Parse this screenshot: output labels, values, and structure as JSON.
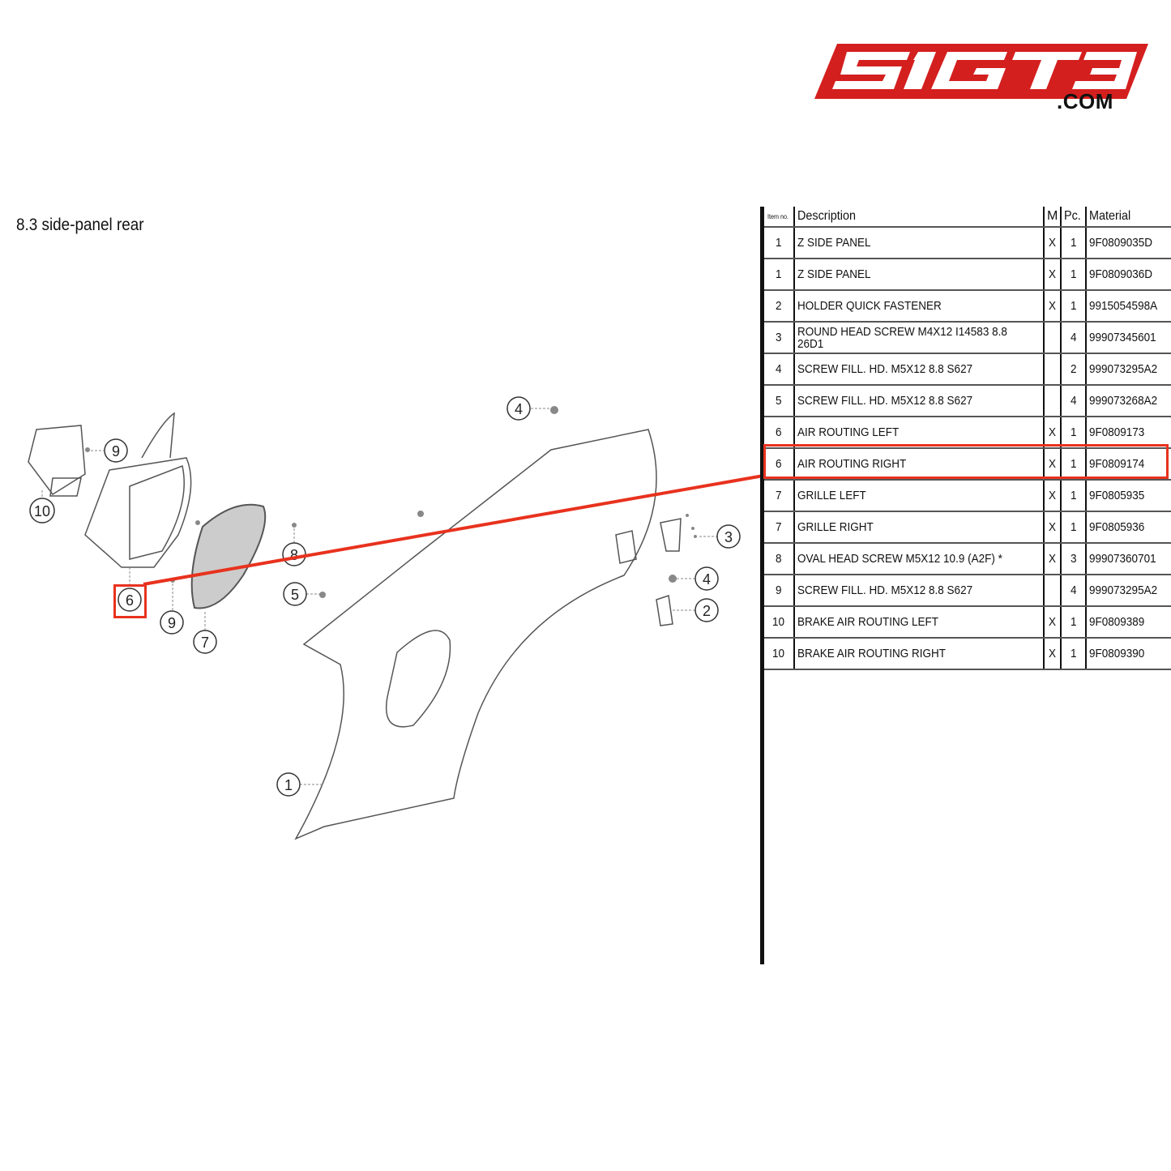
{
  "logo": {
    "brand": "SIGT3",
    "suffix": ".COM",
    "color": "#d41f1f"
  },
  "section_title": "8.3  side-panel rear",
  "table": {
    "headers": {
      "item": "Item no.",
      "description": "Description",
      "m": "M",
      "pc": "Pc.",
      "material": "Material"
    },
    "rows": [
      {
        "item": "1",
        "description": "Z SIDE PANEL",
        "m": "X",
        "pc": "1",
        "material": "9F0809035D"
      },
      {
        "item": "1",
        "description": "Z SIDE PANEL",
        "m": "X",
        "pc": "1",
        "material": "9F0809036D"
      },
      {
        "item": "2",
        "description": "HOLDER QUICK FASTENER",
        "m": "X",
        "pc": "1",
        "material": "9915054598A"
      },
      {
        "item": "3",
        "description": "ROUND HEAD SCREW M4X12 I14583 8.8 26D1",
        "m": "",
        "pc": "4",
        "material": "99907345601"
      },
      {
        "item": "4",
        "description": "SCREW FILL. HD. M5X12 8.8 S627",
        "m": "",
        "pc": "2",
        "material": "999073295A2"
      },
      {
        "item": "5",
        "description": "SCREW FILL. HD. M5X12 8.8 S627",
        "m": "",
        "pc": "4",
        "material": "999073268A2"
      },
      {
        "item": "6",
        "description": "AIR ROUTING LEFT",
        "m": "X",
        "pc": "1",
        "material": "9F0809173"
      },
      {
        "item": "6",
        "description": "AIR ROUTING RIGHT",
        "m": "X",
        "pc": "1",
        "material": "9F0809174"
      },
      {
        "item": "7",
        "description": "GRILLE LEFT",
        "m": "X",
        "pc": "1",
        "material": "9F0805935"
      },
      {
        "item": "7",
        "description": "GRILLE RIGHT",
        "m": "X",
        "pc": "1",
        "material": "9F0805936"
      },
      {
        "item": "8",
        "description": "OVAL HEAD SCREW M5X12 10.9 (A2F) *",
        "m": "X",
        "pc": "3",
        "material": "99907360701"
      },
      {
        "item": "9",
        "description": "SCREW FILL. HD. M5X12 8.8 S627",
        "m": "",
        "pc": "4",
        "material": "999073295A2"
      },
      {
        "item": "10",
        "description": "BRAKE AIR ROUTING LEFT",
        "m": "X",
        "pc": "1",
        "material": "9F0809389"
      },
      {
        "item": "10",
        "description": "BRAKE AIR ROUTING RIGHT",
        "m": "X",
        "pc": "1",
        "material": "9F0809390"
      }
    ],
    "highlighted_row_index": 7,
    "highlight_color": "#e8321e"
  },
  "callouts": [
    "1",
    "2",
    "3",
    "4",
    "4",
    "5",
    "6",
    "7",
    "8",
    "9",
    "9",
    "10"
  ]
}
